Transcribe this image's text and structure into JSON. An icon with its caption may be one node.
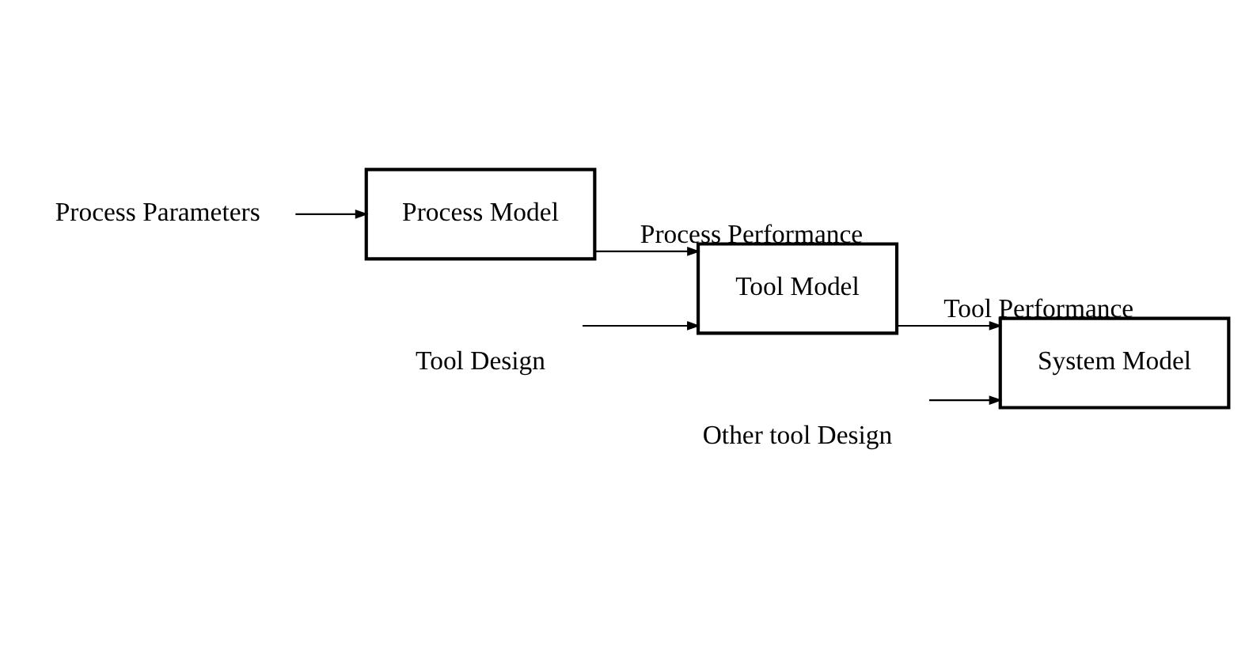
{
  "diagram": {
    "nodes": [
      {
        "text": [
          "Process Parameters"
        ]
      },
      {
        "text": [
          "Process Model"
        ]
      },
      {
        "text": [
          "Tool Design"
        ]
      },
      {
        "text": [
          "Tool Model"
        ]
      },
      {
        "text": [
          "Other tool Design"
        ]
      },
      {
        "text": [
          "System Model"
        ]
      }
    ],
    "edges": [
      {
        "from": 0,
        "to": 1,
        "arrow": "to"
      },
      {
        "from": 1,
        "to": 3,
        "arrow": "to",
        "label": "Process Performance"
      },
      {
        "from": 2,
        "to": 3,
        "arrow": "to"
      },
      {
        "from": 3,
        "to": 5,
        "arrow": "to",
        "label": "Tool Performance"
      },
      {
        "from": 4,
        "to": 5,
        "arrow": "to"
      }
    ]
  }
}
